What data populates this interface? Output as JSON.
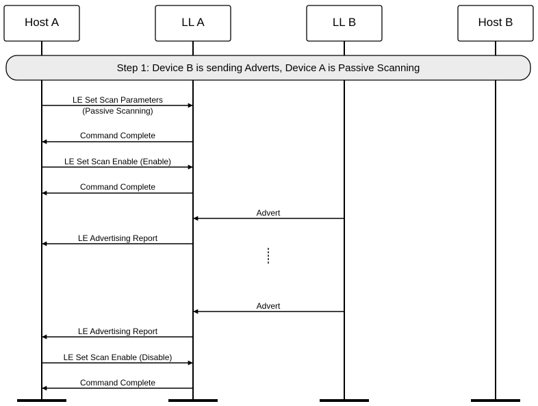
{
  "participants": [
    {
      "id": "host-a",
      "label": "Host A"
    },
    {
      "id": "ll-a",
      "label": "LL A"
    },
    {
      "id": "ll-b",
      "label": "LL B"
    },
    {
      "id": "host-b",
      "label": "Host B"
    }
  ],
  "step": {
    "label": "Step 1:  Device B is sending Adverts, Device A is Passive Scanning"
  },
  "messages": [
    {
      "from": "host-a",
      "to": "ll-a",
      "lines": [
        "LE Set Scan Parameters",
        "(Passive Scanning)"
      ]
    },
    {
      "from": "ll-a",
      "to": "host-a",
      "lines": [
        "Command Complete"
      ]
    },
    {
      "from": "host-a",
      "to": "ll-a",
      "lines": [
        "LE Set Scan Enable (Enable)"
      ]
    },
    {
      "from": "ll-a",
      "to": "host-a",
      "lines": [
        "Command Complete"
      ]
    },
    {
      "from": "ll-b",
      "to": "ll-a",
      "lines": [
        "Advert"
      ]
    },
    {
      "from": "ll-a",
      "to": "host-a",
      "lines": [
        "LE Advertising Report"
      ]
    },
    {
      "from": "ll-b",
      "to": "ll-a",
      "lines": [
        "Advert"
      ]
    },
    {
      "from": "ll-a",
      "to": "host-a",
      "lines": [
        "LE Advertising Report"
      ]
    },
    {
      "from": "host-a",
      "to": "ll-a",
      "lines": [
        "LE Set Scan Enable (Disable)"
      ]
    },
    {
      "from": "ll-a",
      "to": "host-a",
      "lines": [
        "Command Complete"
      ]
    }
  ]
}
